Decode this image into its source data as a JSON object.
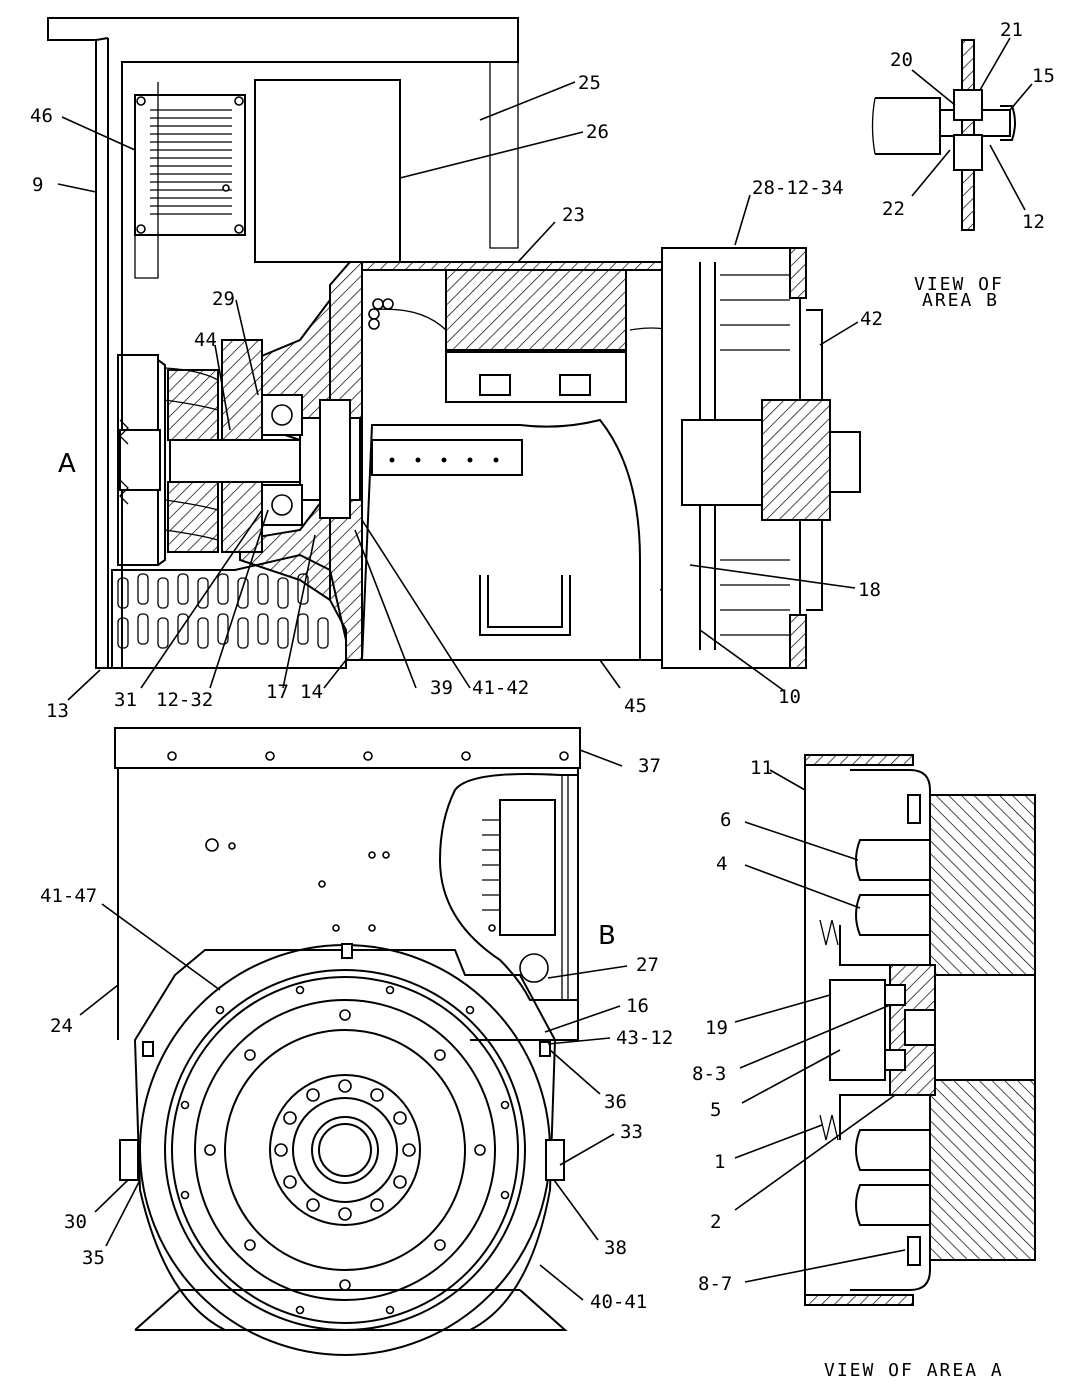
{
  "callouts": {
    "c_top": [
      "9",
      "13",
      "31",
      "12-32",
      "17",
      "14",
      "39",
      "41-42",
      "45",
      "10",
      "18",
      "42",
      "28-12-34",
      "23",
      "25",
      "26",
      "46",
      "29",
      "44"
    ],
    "c_front": [
      "37",
      "41-47",
      "24",
      "27",
      "16",
      "43-12",
      "36",
      "33",
      "38",
      "40-41",
      "30",
      "35"
    ],
    "c_areaA": [
      "11",
      "6",
      "4",
      "19",
      "8-3",
      "5",
      "1",
      "2",
      "8-7"
    ],
    "c_areaB": [
      "21",
      "20",
      "15",
      "22",
      "12"
    ]
  },
  "area_markers": {
    "a": "A",
    "b": "B"
  },
  "captions": {
    "view_b_line1": "VIEW OF",
    "view_b_line2": "AREA B",
    "view_a": "VIEW OF AREA A"
  }
}
